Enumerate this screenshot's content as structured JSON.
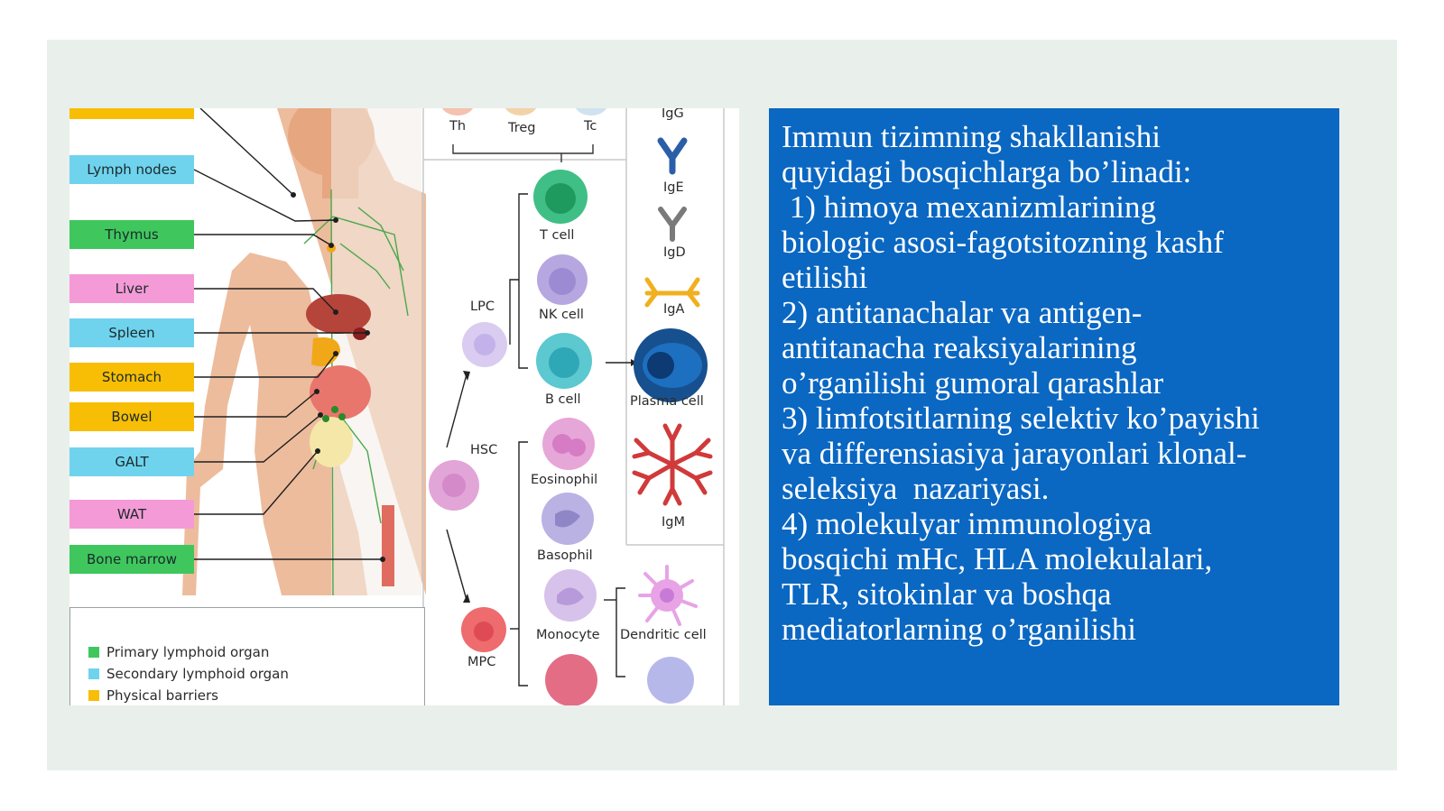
{
  "figure": {
    "organ_tags": [
      {
        "label": "",
        "color": "#f7be05"
      },
      {
        "label": "Lymph nodes",
        "color": "#6fd3ee"
      },
      {
        "label": "Thymus",
        "color": "#3fc75e"
      },
      {
        "label": "Liver",
        "color": "#f49ad7"
      },
      {
        "label": "Spleen",
        "color": "#6fd3ee"
      },
      {
        "label": "Stomach",
        "color": "#f7be05"
      },
      {
        "label": "Bowel",
        "color": "#f7be05"
      },
      {
        "label": "GALT",
        "color": "#6fd3ee"
      },
      {
        "label": "WAT",
        "color": "#f49ad7"
      },
      {
        "label": "Bone marrow",
        "color": "#3fc75e"
      }
    ],
    "legend": [
      {
        "label": "Primary lymphoid organ",
        "color": "#3fc75e"
      },
      {
        "label": "Secondary lymphoid organ",
        "color": "#6fd3ee"
      },
      {
        "label": "Physical barriers",
        "color": "#f7be05"
      }
    ],
    "t_subsets": [
      "Th",
      "Treg",
      "Tc"
    ],
    "progenitors": {
      "lpc": "LPC",
      "hsc": "HSC",
      "mpc": "MPC"
    },
    "cells": {
      "t_cell": "T cell",
      "nk_cell": "NK cell",
      "b_cell": "B cell",
      "plasma_cell": "Plasma cell",
      "eosinophil": "Eosinophil",
      "basophil": "Basophil",
      "monocyte": "Monocyte",
      "dendritic_cell": "Dendritic cell"
    },
    "antibodies": [
      "IgG",
      "IgE",
      "IgD",
      "IgA",
      "IgM"
    ]
  },
  "textbox": {
    "lines": [
      "Immun tizimning shakllanishi",
      "quyidagi bosqichlarga bo’linadi:",
      " 1) himoya mexanizmlarining",
      "biologic asosi-fagotsitozning kashf",
      "etilishi",
      "2) antitanachalar va antigen-",
      "antitanacha reaksiyalarining",
      "o’rganilishi gumoral qarashlar",
      "3) limfotsitlarning selektiv ko’payishi",
      "va differensiasiya jarayonlari klonal-",
      "seleksiya  nazariyasi.",
      "4) molekulyar immunologiya",
      "bosqichi mHc, HLA molekulalari,",
      "TLR, sitokinlar va boshqa",
      "mediatorlarning o’rganilishi"
    ]
  }
}
